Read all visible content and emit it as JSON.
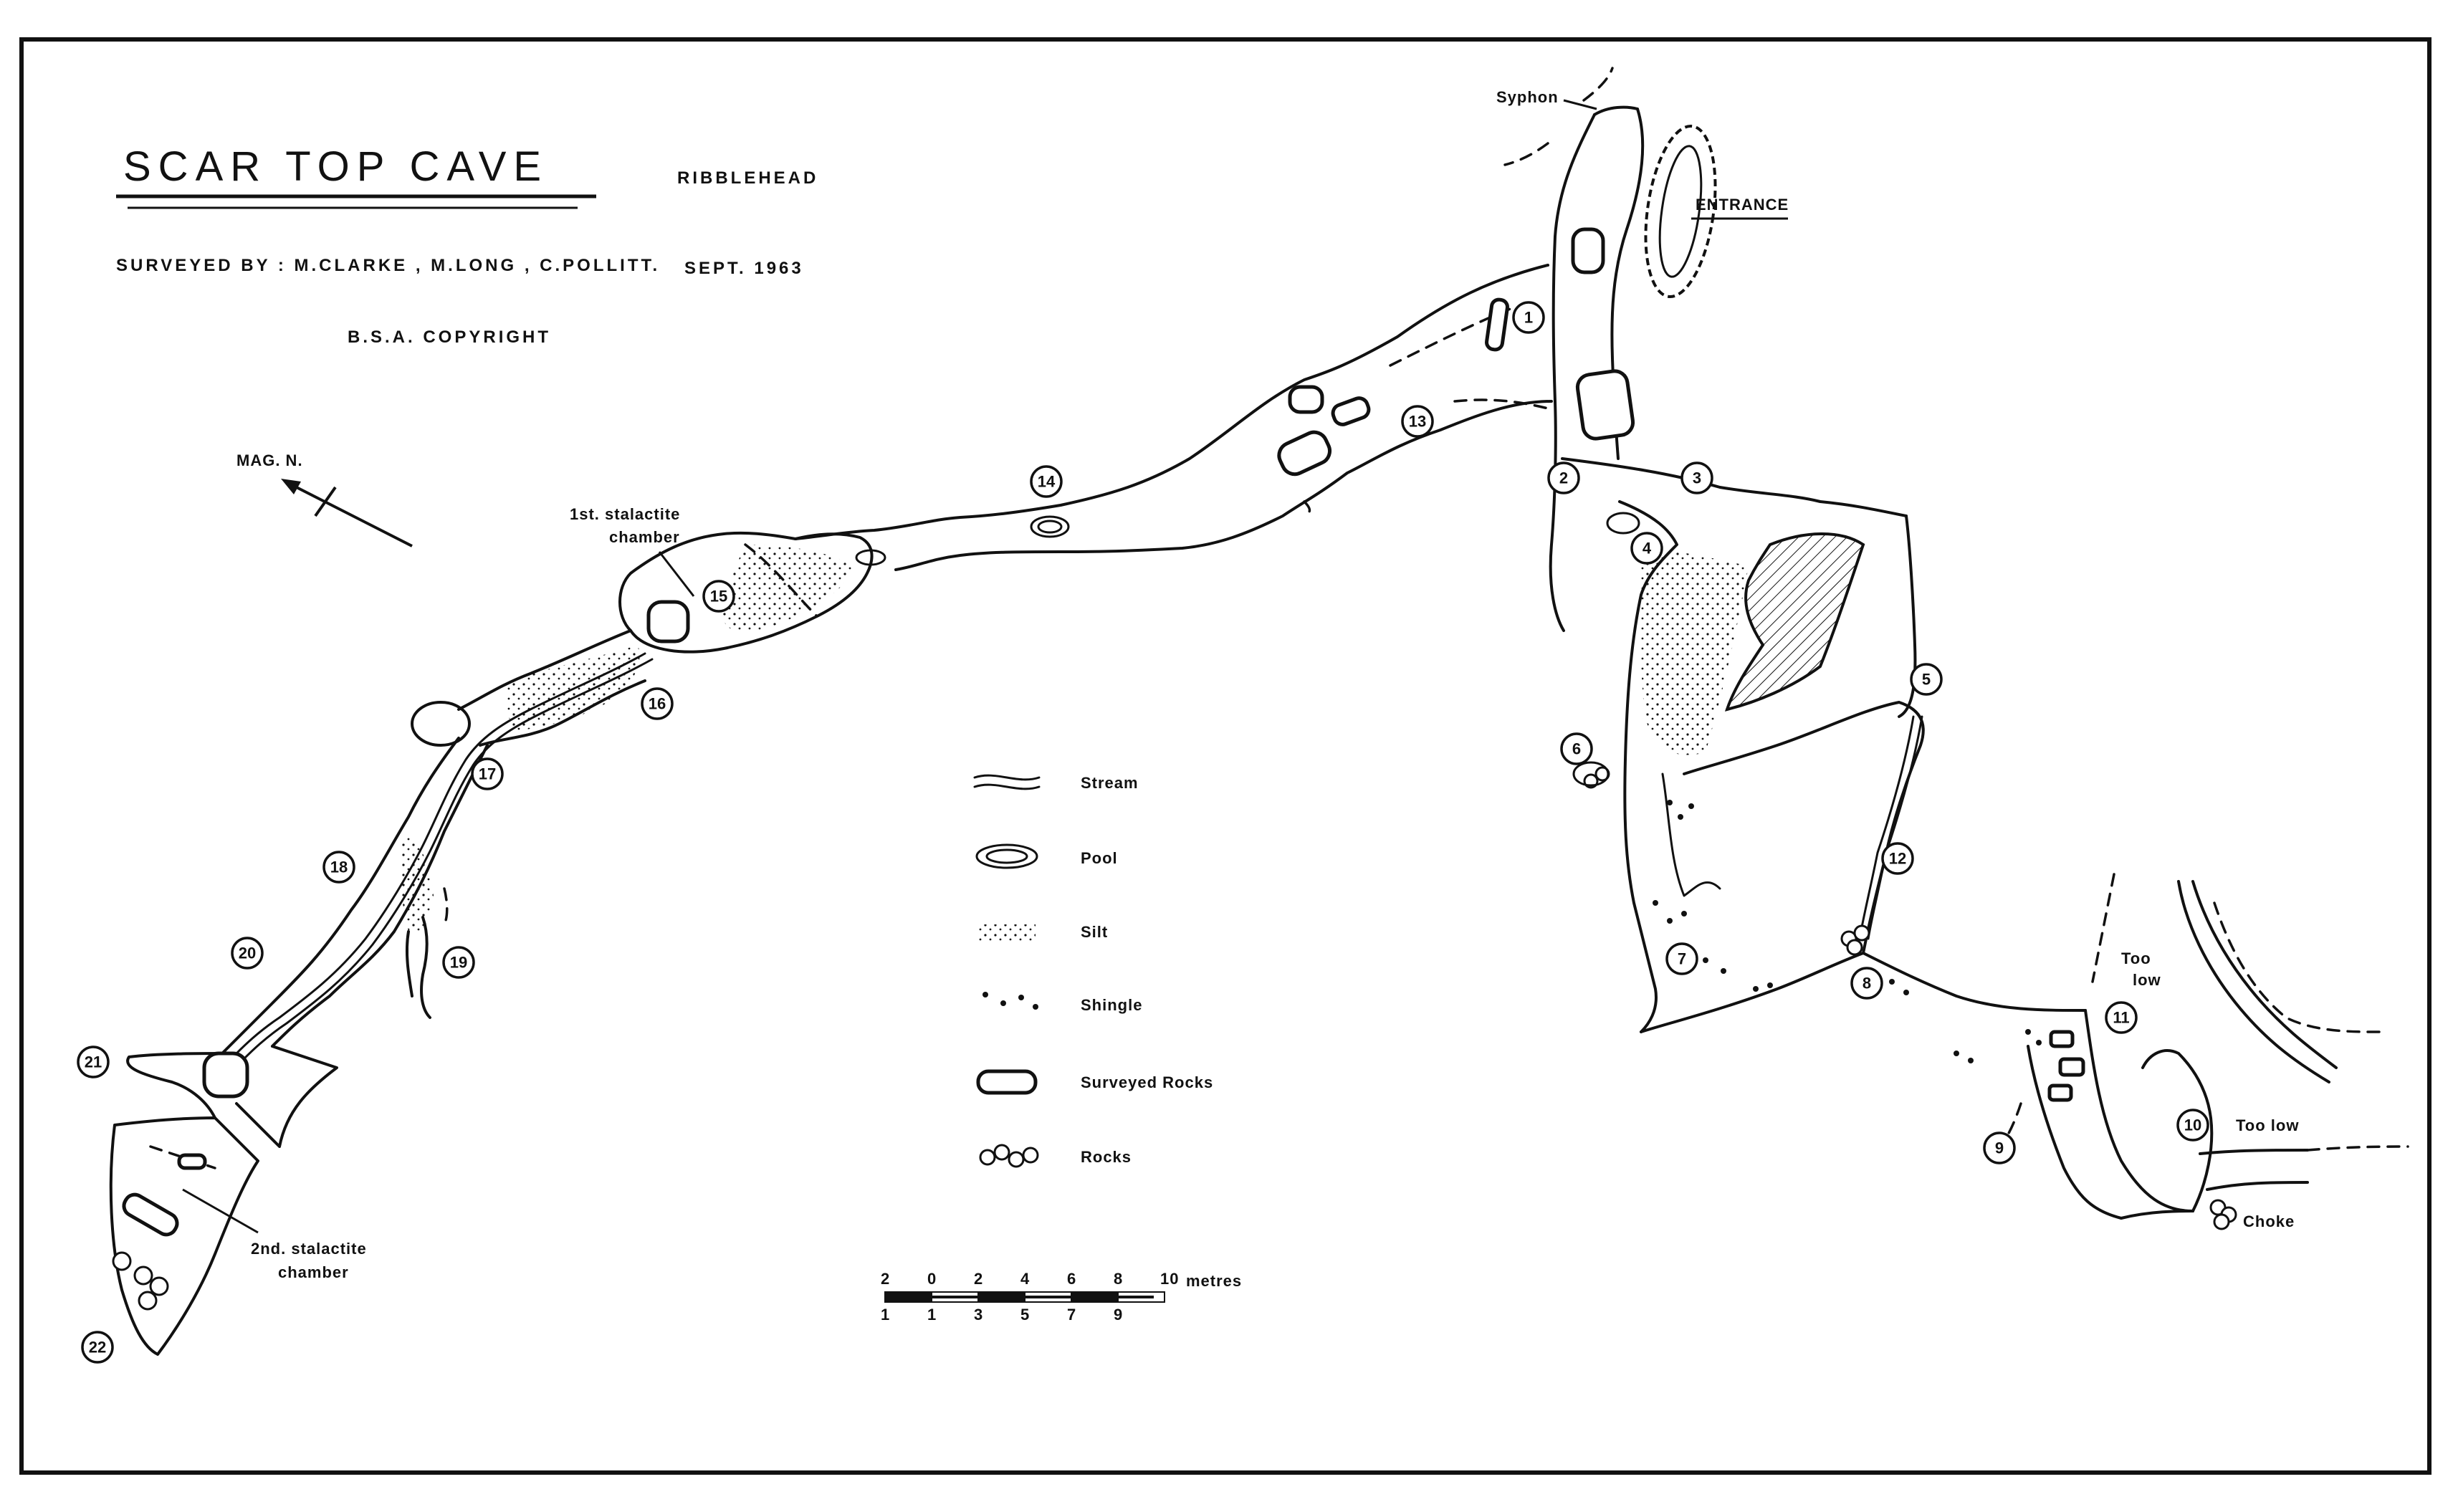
{
  "title": "SCAR TOP CAVE",
  "location": "RIBBLEHEAD",
  "surveyed_by": "SURVEYED BY : M.CLARKE , M.LONG , C.POLLITT.",
  "survey_date": "SEPT. 1963",
  "copyright": "B.S.A. COPYRIGHT",
  "north_label": "MAG. N.",
  "map_labels": {
    "syphon": "Syphon",
    "entrance": "ENTRANCE",
    "stalactite_chamber_1_line1": "1st. stalactite",
    "stalactite_chamber_1_line2": "chamber",
    "stalactite_chamber_2_line1": "2nd. stalactite",
    "stalactite_chamber_2_line2": "chamber",
    "too_low_a_line1": "Too",
    "too_low_a_line2": "low",
    "too_low_b": "Too low",
    "choke": "Choke"
  },
  "legend": {
    "stream": "Stream",
    "pool": "Pool",
    "silt": "Silt",
    "shingle": "Shingle",
    "surveyed_rocks": "Surveyed Rocks",
    "rocks": "Rocks"
  },
  "scale": {
    "top_ticks": [
      "2",
      "0",
      "2",
      "4",
      "6",
      "8",
      "10"
    ],
    "unit": "metres",
    "bottom_ticks": [
      "1",
      "1",
      "3",
      "5",
      "7",
      "9"
    ]
  },
  "stations": [
    "1",
    "2",
    "3",
    "4",
    "5",
    "6",
    "7",
    "8",
    "9",
    "10",
    "11",
    "12",
    "13",
    "14",
    "15",
    "16",
    "17",
    "18",
    "19",
    "20",
    "21",
    "22"
  ]
}
